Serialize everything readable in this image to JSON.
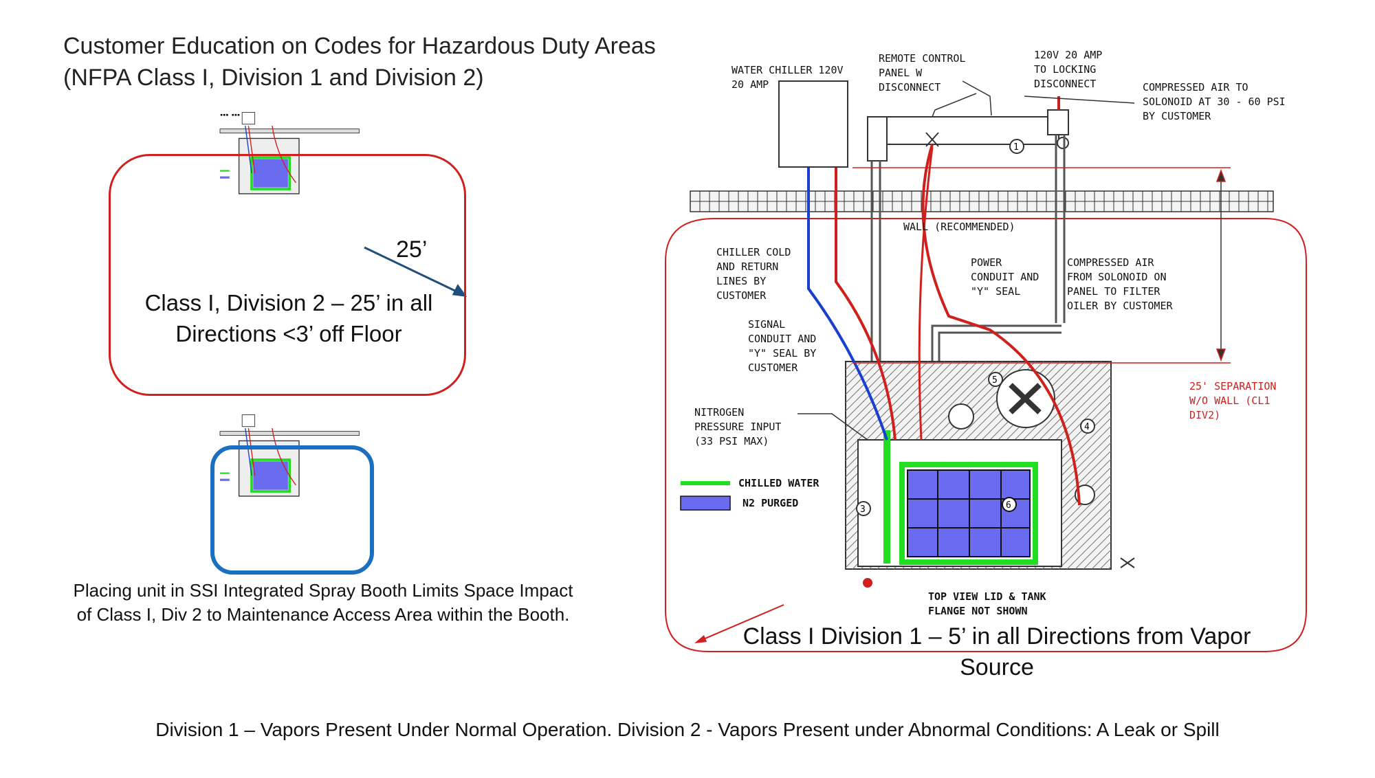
{
  "title": "Customer Education on Codes for Hazardous Duty Areas (NFPA Class I, Division 1 and Division 2)",
  "div2_box": {
    "label": "Class I, Division 2 – 25’ in all Directions <3’ off Floor",
    "distance_label": "25’"
  },
  "ssi_caption": "Placing unit in SSI Integrated Spray Booth Limits Space Impact of Class I, Div 2 to Maintenance Access Area within the Booth.",
  "footer": "Division 1 – Vapors Present Under Normal Operation. Division 2 - Vapors Present under Abnormal Conditions: A Leak or Spill",
  "diagram": {
    "water_chiller": "WATER CHILLER 120V\n20 AMP",
    "remote_panel": "REMOTE CONTROL\nPANEL W\nDISCONNECT",
    "locking_disconnect": "120V 20 AMP\nTO LOCKING\nDISCONNECT",
    "compressed_air_in": "COMPRESSED AIR TO\nSOLONOID AT 30 - 60 PSI\nBY CUSTOMER",
    "wall": "WALL (RECOMMENDED)",
    "chiller_lines": "CHILLER COLD\nAND RETURN\nLINES BY\nCUSTOMER",
    "power_conduit": "POWER\nCONDUIT AND\n\"Y\" SEAL",
    "compressed_air_filter": "COMPRESSED AIR\nFROM SOLONOID ON\nPANEL TO FILTER\nOILER BY CUSTOMER",
    "signal_conduit": "SIGNAL\nCONDUIT AND\n\"Y\" SEAL BY\nCUSTOMER",
    "separation": "25' SEPARATION\nW/O WALL (CL1\nDIV2)",
    "nitrogen": "NITROGEN\nPRESSURE INPUT\n(33 PSI MAX)",
    "legend_chilled": "CHILLED WATER",
    "legend_n2": "N2 PURGED",
    "top_view": "TOP VIEW LID & TANK\nFLANGE NOT SHOWN",
    "markers": [
      "1",
      "3",
      "4",
      "5",
      "6"
    ]
  },
  "div1_label": "Class I Division 1 – 5’ in all Directions from Vapor Source",
  "colors": {
    "red": "#d0201e",
    "blue": "#1a6fc0",
    "chilled_water": "#22dd22",
    "n2_purged": "#6b6bf0"
  }
}
